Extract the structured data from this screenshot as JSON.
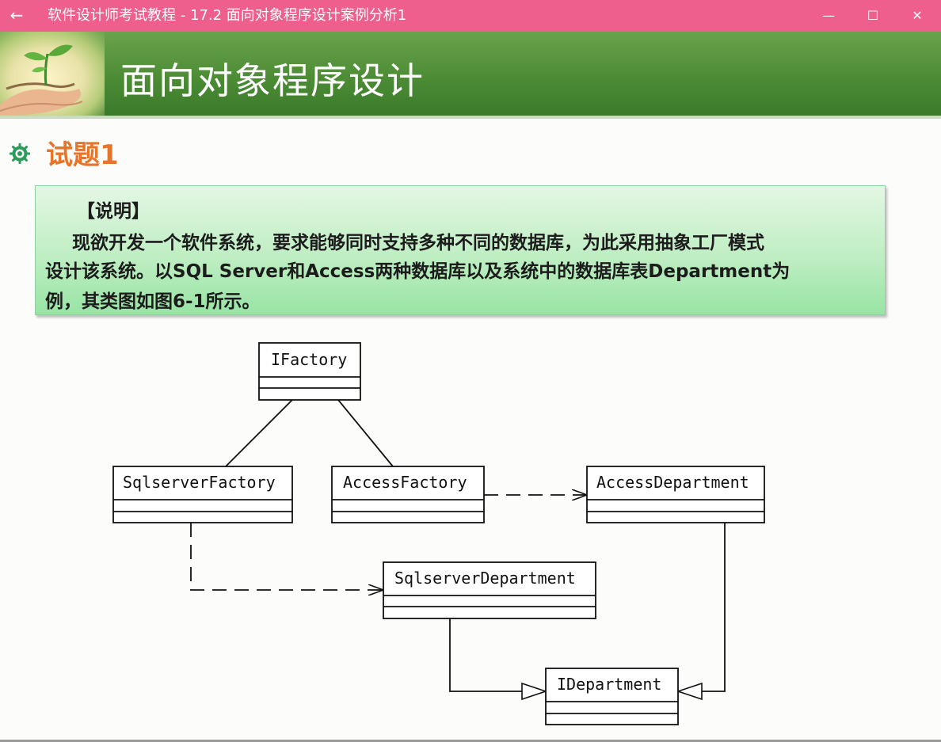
{
  "window": {
    "back_icon": "←",
    "title": "软件设计师考试教程 - 17.2  面向对象程序设计案例分析1",
    "minimize_icon": "—",
    "maximize_icon": "☐",
    "close_icon": "✕"
  },
  "slide": {
    "banner_title": "面向对象程序设计",
    "heading": "试题1",
    "description": {
      "label": "【说明】",
      "line1": "现欲开发一个软件系统，要求能够同时支持多种不同的数据库，为此采用抽象工厂模式",
      "line2": "设计该系统。以SQL Server和Access两种数据库以及系统中的数据库表Department为",
      "line3": "例，其类图如图6-1所示。"
    }
  },
  "uml": {
    "classes": [
      {
        "id": "ifactory",
        "name": "IFactory"
      },
      {
        "id": "sqlserver-factory",
        "name": "SqlserverFactory"
      },
      {
        "id": "access-factory",
        "name": "AccessFactory"
      },
      {
        "id": "access-department",
        "name": "AccessDepartment"
      },
      {
        "id": "sqlserver-department",
        "name": "SqlserverDepartment"
      },
      {
        "id": "idepartment",
        "name": "IDepartment"
      }
    ]
  },
  "colors": {
    "titlebar": "#ef5f8e",
    "heading": "#e8742a",
    "banner": "#4d8c35",
    "desc_box": "#bfeec3"
  }
}
